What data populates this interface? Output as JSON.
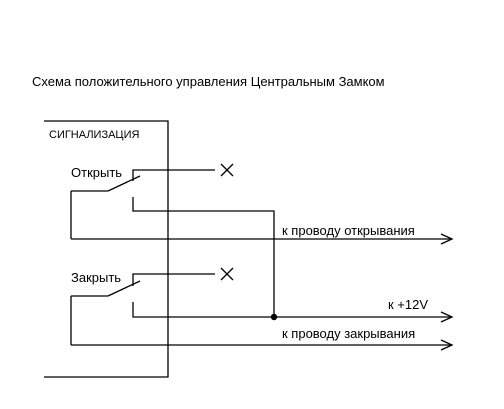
{
  "diagram": {
    "title": "Схема положительного управления Центральным Замком",
    "box_label": "СИГНАЛИЗАЦИЯ",
    "relay_open_label": "Открыть",
    "relay_close_label": "Закрыть",
    "out_open_label": "к проводу открывания",
    "out_power_label": "к +12V",
    "out_close_label": "к проводу закрывания"
  }
}
